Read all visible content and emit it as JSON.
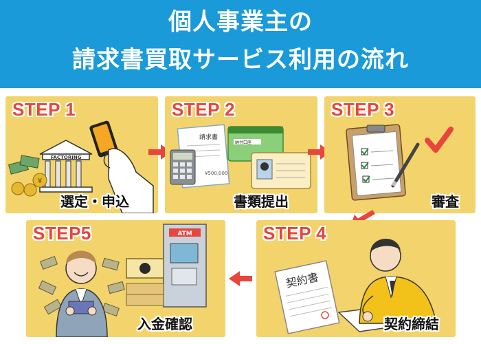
{
  "header": {
    "title_line1": "個人事業主の",
    "title_line2": "請求書買取サービス利用の流れ",
    "background": "#1a9ad9"
  },
  "steps": [
    {
      "label": "STEP 1",
      "caption": "選定・申込",
      "icon": "bank-and-smartphone"
    },
    {
      "label": "STEP 2",
      "caption": "書類提出",
      "icon": "documents-calculator-id"
    },
    {
      "label": "STEP 3",
      "caption": "審査",
      "icon": "clipboard-checklist"
    },
    {
      "label": "STEP 4",
      "caption": "契約締結",
      "icon": "man-signing-contract"
    },
    {
      "label": "STEP5",
      "caption": "入金確認",
      "icon": "man-with-money-atm"
    }
  ],
  "illustration_text": {
    "bank_sign": "FACTORING",
    "invoice_title": "請求書",
    "invoice_amount": "¥500,000",
    "card_title": "納付口座",
    "contract_title": "契約書",
    "atm_sign": "ATM",
    "coin_symbol": "¥"
  },
  "colors": {
    "panel": "#f3d36b",
    "step_label": "#e8453c",
    "arrow": "#e8453c",
    "check": "#e8453c"
  }
}
